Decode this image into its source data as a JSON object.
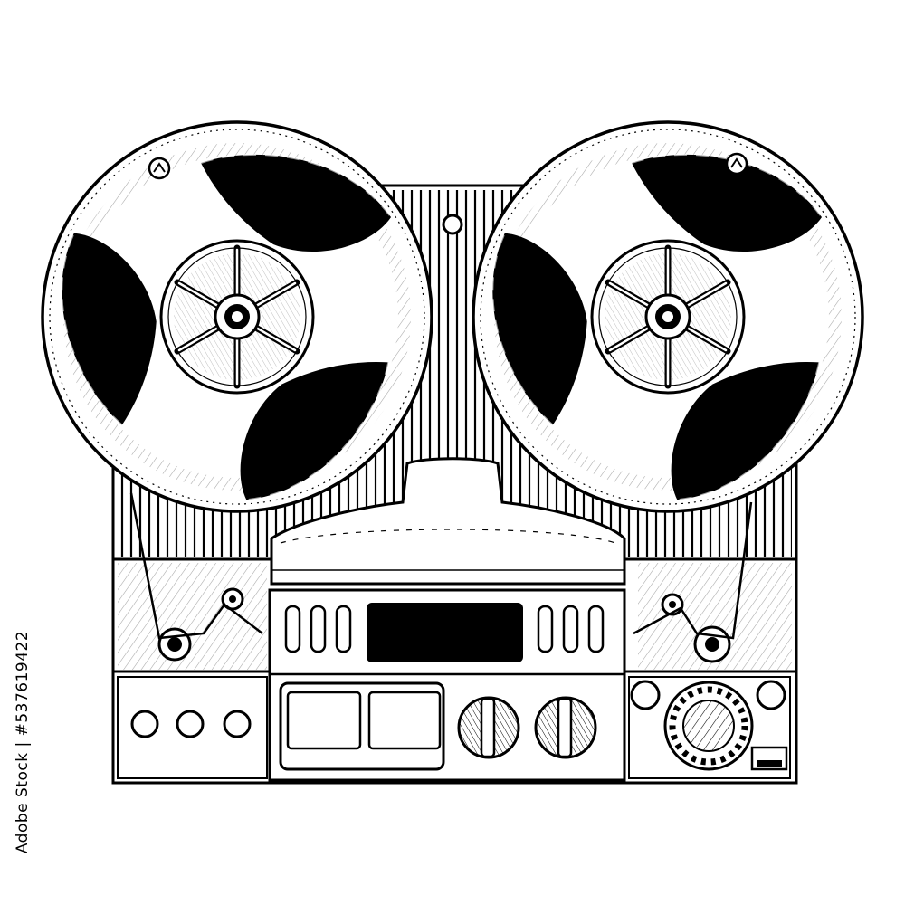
{
  "image": {
    "subject": "reel-to-reel tape recorder",
    "style": "black ink engraving on white",
    "ink_color": "#000000",
    "paper_color": "#ffffff"
  },
  "stock_id": "Adobe Stock | #537619422",
  "watermark_text": "Adobe Stock"
}
